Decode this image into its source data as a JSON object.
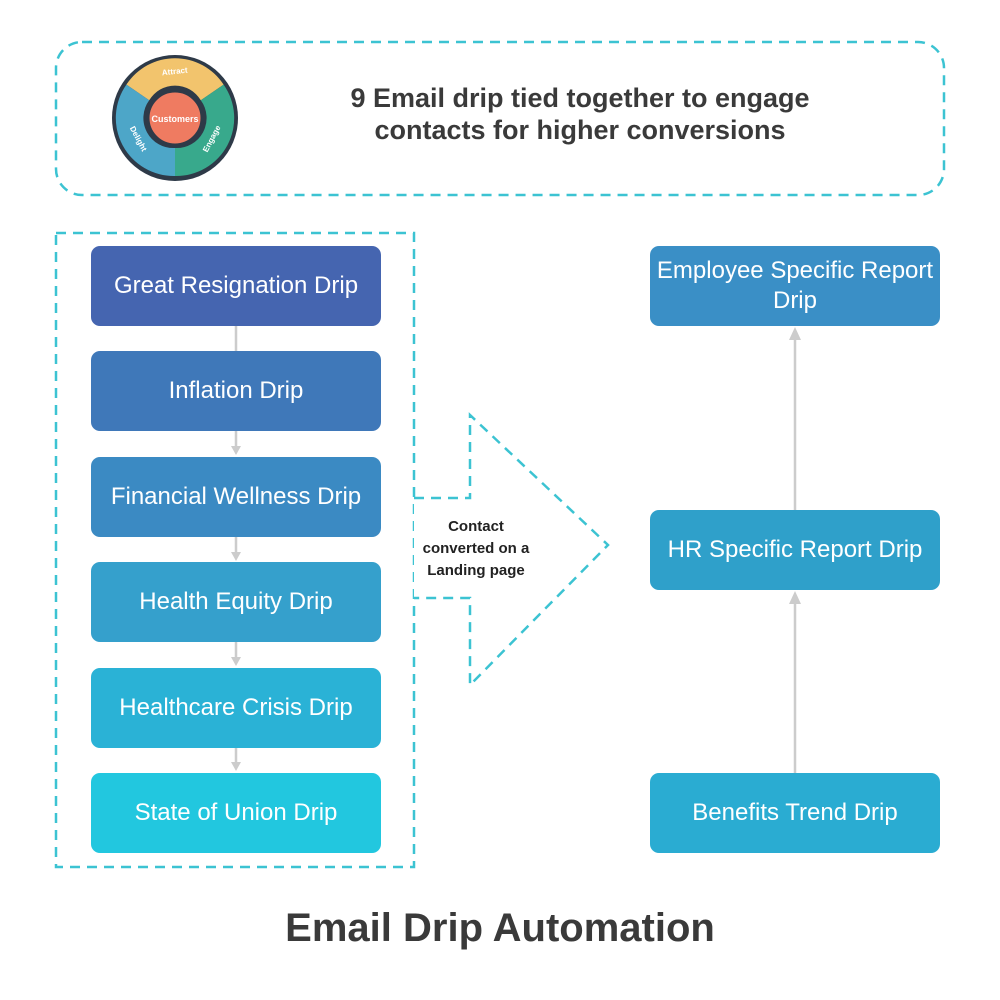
{
  "header": {
    "title": "9 Email drip tied together to engage contacts for higher conversions",
    "cycle": {
      "center": "Customers",
      "stages": [
        "Attract",
        "Engage",
        "Delight"
      ],
      "colors": {
        "attract": "#f2c46d",
        "engage": "#38a98c",
        "delight": "#4da6c8",
        "center": "#ef7b61",
        "ring": "#2e3a48"
      }
    }
  },
  "left_chain": [
    {
      "label": "Great Resignation Drip",
      "color": "#4565b0"
    },
    {
      "label": "Inflation Drip",
      "color": "#3f78b9"
    },
    {
      "label": "Financial Wellness Drip",
      "color": "#3b8ac3"
    },
    {
      "label": "Health Equity Drip",
      "color": "#35a0cc"
    },
    {
      "label": "Healthcare Crisis Drip",
      "color": "#2ab2d6"
    },
    {
      "label": "State of Union Drip",
      "color": "#22c7df"
    }
  ],
  "conversion": {
    "label": "Contact converted on a Landing page"
  },
  "right_chain": [
    {
      "label": "Employee Specific Report Drip",
      "color": "#3a8fc6"
    },
    {
      "label": "HR Specific Report Drip",
      "color": "#2fa0ca"
    },
    {
      "label": "Benefits Trend Drip",
      "color": "#2aacd2"
    }
  ],
  "footer": {
    "title": "Email Drip Automation"
  },
  "colors": {
    "dash": "#3cc3d2",
    "connector": "#cccccc",
    "heading": "#3a3a3a"
  }
}
